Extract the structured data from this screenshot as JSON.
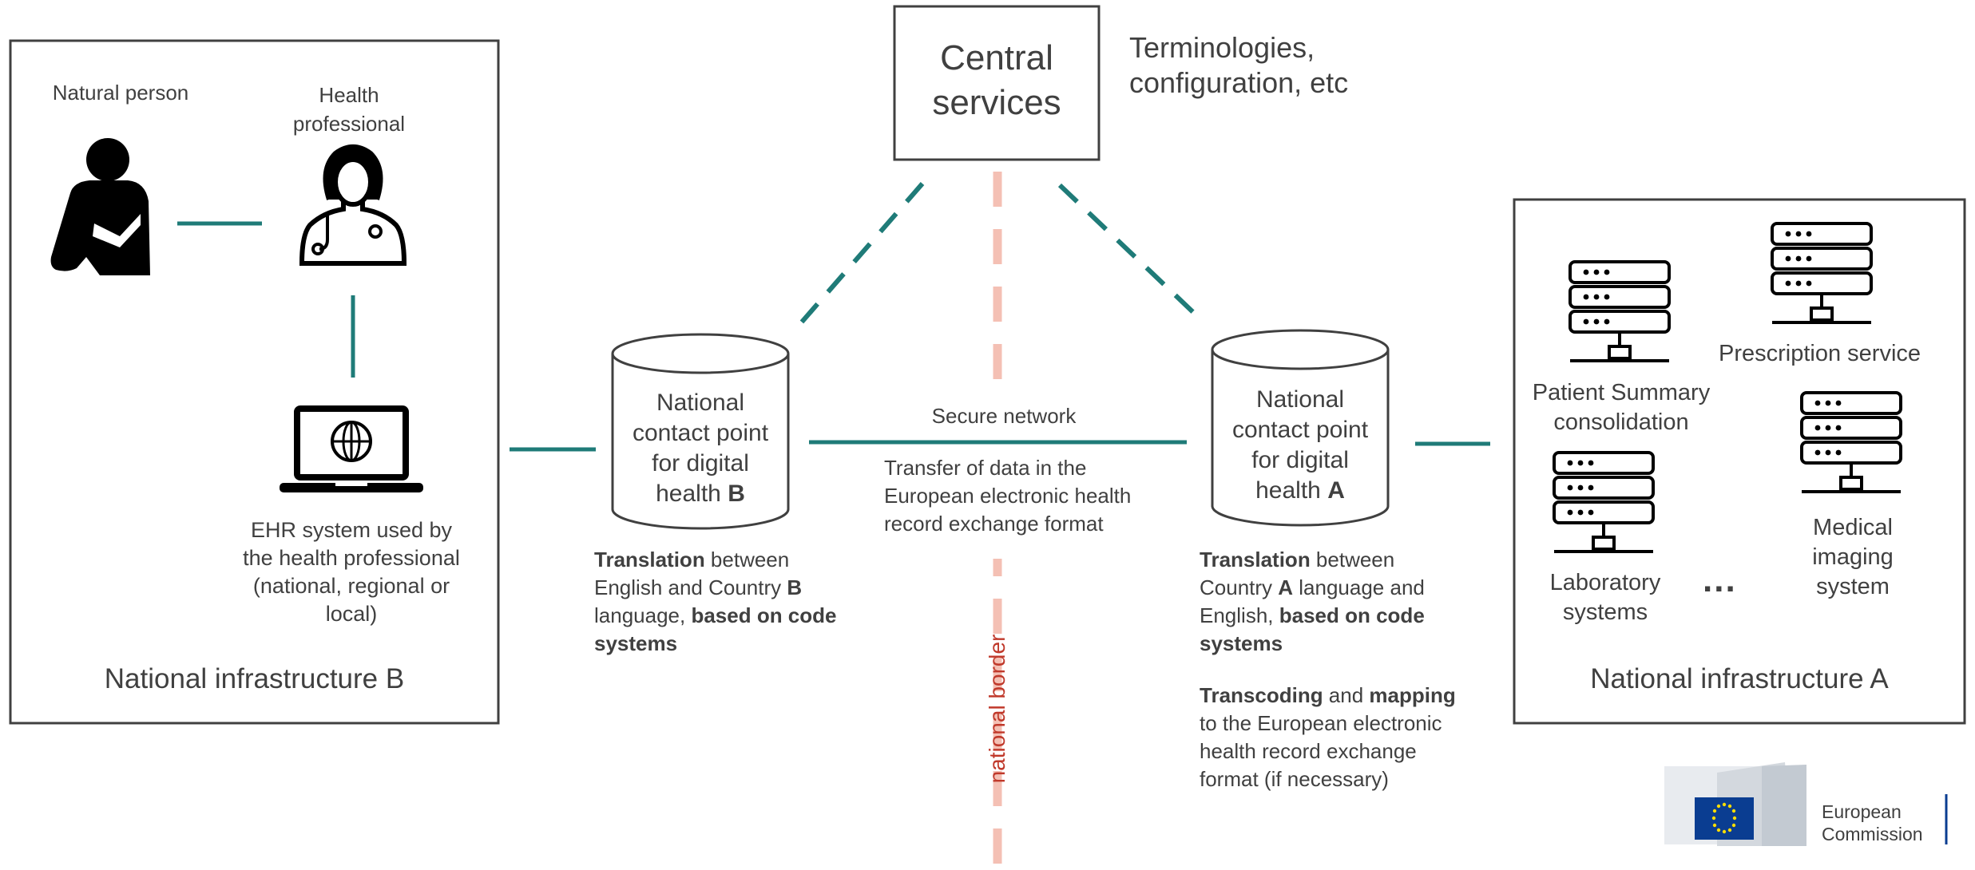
{
  "central": {
    "title_line1": "Central",
    "title_line2": "services",
    "note_line1": "Terminologies,",
    "note_line2": "configuration, etc"
  },
  "infra_b": {
    "title": "National infrastructure B",
    "natural_person": "Natural person",
    "health_prof_line1": "Health",
    "health_prof_line2": "professional",
    "ehr_line1": "EHR system used by",
    "ehr_line2": "the health professional",
    "ehr_line3": "(national, regional or",
    "ehr_line4": "local)"
  },
  "ncp_b": {
    "line1": "National",
    "line2": "contact point",
    "line3": "for digital",
    "line4_prefix": "health ",
    "line4_letter": "B",
    "desc_l1_bold": "Translation",
    "desc_l1_rest": " between",
    "desc_l2_prefix": "English and Country ",
    "desc_l2_bold": "B",
    "desc_l3_prefix": "language, ",
    "desc_l3_bold": "based on code",
    "desc_l4_bold": "systems"
  },
  "network": {
    "label": "Secure network",
    "transfer_line1": "Transfer of data in the",
    "transfer_line2": "European electronic health",
    "transfer_line3": "record exchange format",
    "border_label": "national border"
  },
  "ncp_a": {
    "line1": "National",
    "line2": "contact point",
    "line3": "for digital",
    "line4_prefix": "health ",
    "line4_letter": "A",
    "desc_l1_bold": "Translation",
    "desc_l1_rest": " between",
    "desc_l2_prefix": "Country ",
    "desc_l2_bold": "A",
    "desc_l2_rest": " language and",
    "desc_l3_prefix": "English, ",
    "desc_l3_bold": "based on code",
    "desc_l4_bold": "systems",
    "tc_l1_bold1": "Transcoding",
    "tc_l1_mid": " and ",
    "tc_l1_bold2": "mapping",
    "tc_l2": "to the European electronic",
    "tc_l3": "health record exchange",
    "tc_l4": "format (if necessary)"
  },
  "infra_a": {
    "title": "National infrastructure A",
    "prescription": "Prescription service",
    "patient_line1": "Patient Summary",
    "patient_line2": "consolidation",
    "medical_line1": "Medical",
    "medical_line2": "imaging",
    "medical_line3": "system",
    "lab_line1": "Laboratory",
    "lab_line2": "systems",
    "ellipsis": "..."
  },
  "logo": {
    "line1": "European",
    "line2": "Commission"
  },
  "colors": {
    "teal": "#1f7b78",
    "border_red": "#f4c0b4",
    "border_label": "#c0392b",
    "box": "#404040"
  }
}
